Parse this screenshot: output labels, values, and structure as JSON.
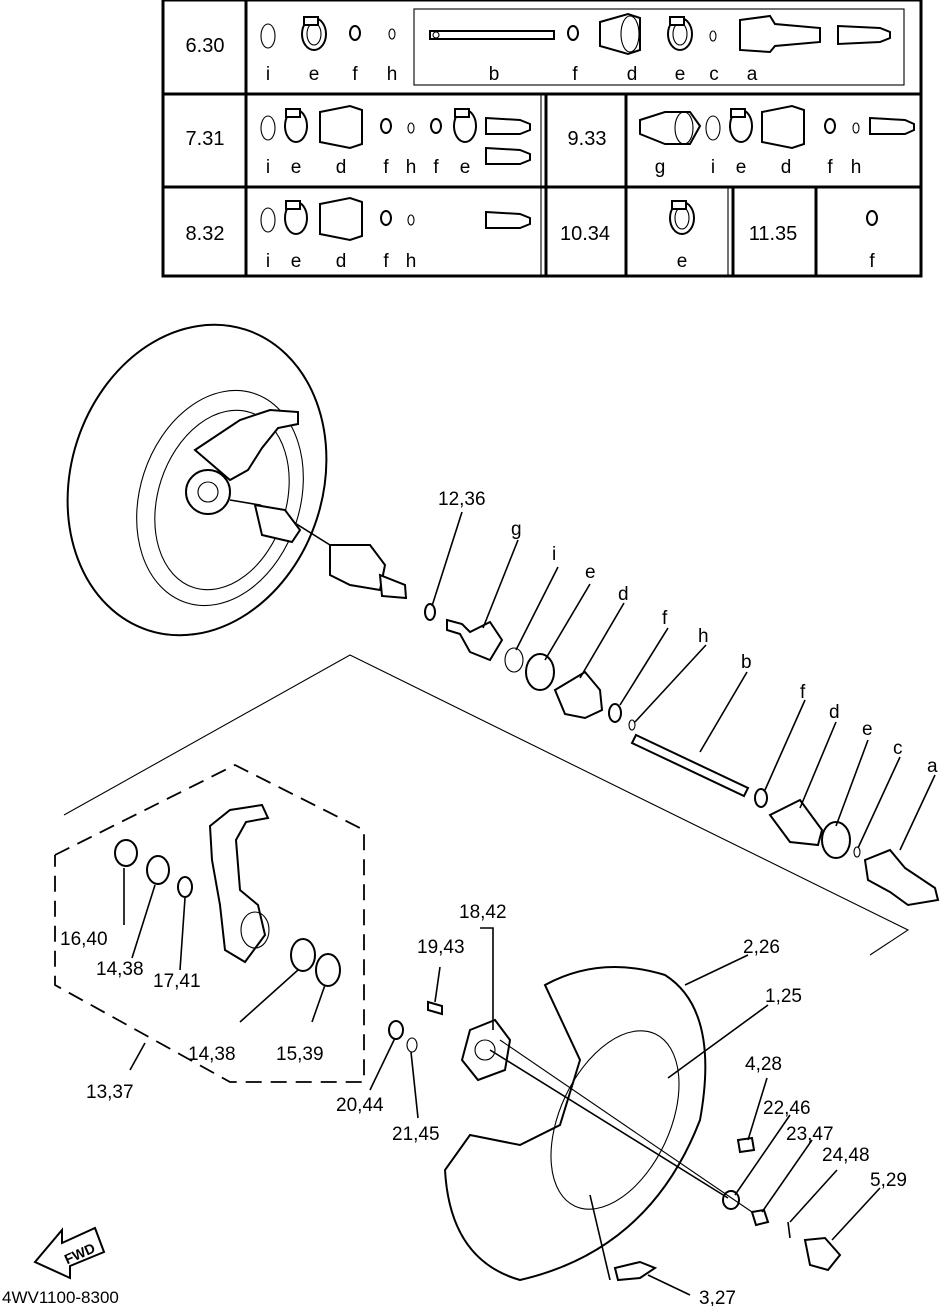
{
  "table": {
    "rows": [
      {
        "cells": [
          {
            "num": "6.30",
            "letters": [
              "i",
              "e",
              "f",
              "h"
            ],
            "boxed_letters": [
              "b",
              "f",
              "d",
              "e",
              "c",
              "a"
            ]
          }
        ]
      },
      {
        "cells": [
          {
            "num": "7.31",
            "letters": [
              "i",
              "e",
              "d",
              "f",
              "h",
              "f",
              "e"
            ]
          },
          {
            "num": "9.33",
            "letters": [
              "g",
              "i",
              "e",
              "d",
              "f",
              "h"
            ]
          }
        ]
      },
      {
        "cells": [
          {
            "num": "8.32",
            "letters": [
              "i",
              "e",
              "d",
              "f",
              "h"
            ]
          },
          {
            "num": "10.34",
            "letters": [
              "e"
            ]
          },
          {
            "num": "11.35",
            "letters": [
              "f"
            ]
          }
        ]
      }
    ]
  },
  "callouts": {
    "c1236": "12,36",
    "g": "g",
    "i": "i",
    "e1": "e",
    "d1": "d",
    "f1": "f",
    "h": "h",
    "b": "b",
    "f2": "f",
    "d2": "d",
    "e2": "e",
    "c": "c",
    "a": "a",
    "c1640": "16,40",
    "c1438a": "14,38",
    "c1741": "17,41",
    "c1438b": "14,38",
    "c1539": "15,39",
    "c1337": "13,37",
    "c1842": "18,42",
    "c1943": "19,43",
    "c2044": "20,44",
    "c2145": "21,45",
    "c226": "2,26",
    "c125": "1,25",
    "c428": "4,28",
    "c2246": "22,46",
    "c2347": "23,47",
    "c2448": "24,48",
    "c529": "5,29",
    "c327": "3,27"
  },
  "fwd_label": "FWD",
  "diagram_code": "4WV1100-8300"
}
